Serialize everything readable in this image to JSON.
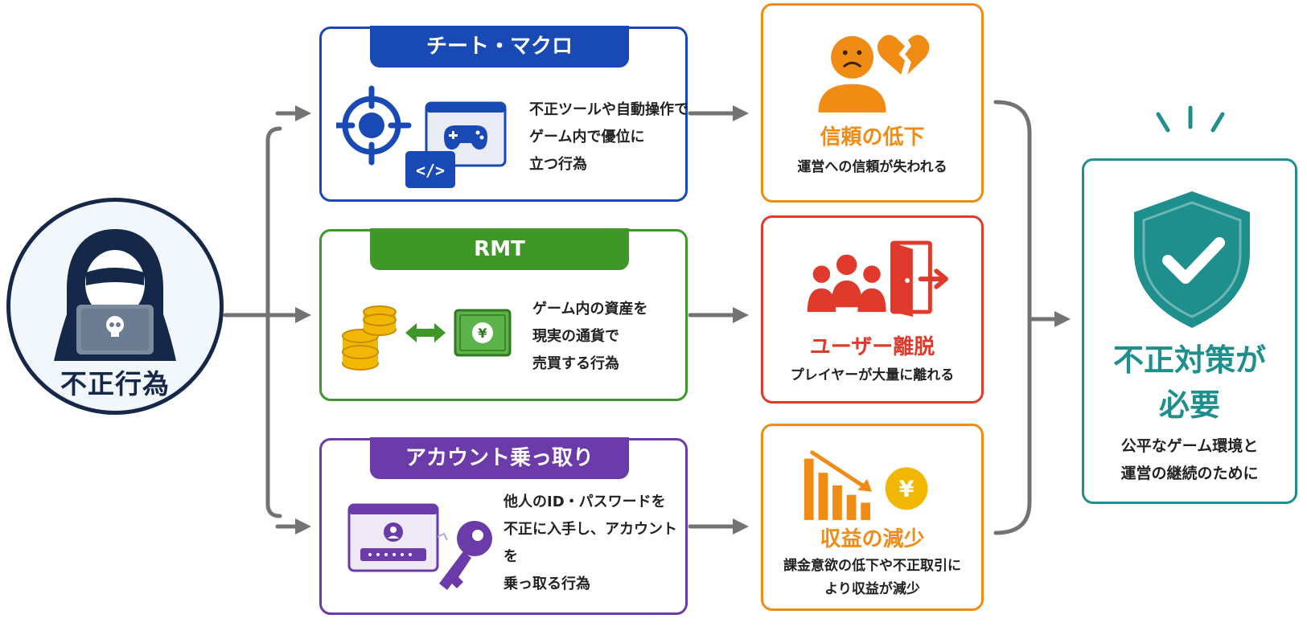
{
  "origin": {
    "label": "不正行為",
    "icon": "hooded-hacker-icon"
  },
  "categories": [
    {
      "title": "チート・マクロ",
      "color": "#1849b5",
      "desc": [
        "不正ツールや自動操作で",
        "ゲーム内で優位に",
        "立つ行為"
      ],
      "icon": "crosshair-gamepad-icon"
    },
    {
      "title": "RMT",
      "color": "#3f9727",
      "desc": [
        "ゲーム内の資産を",
        "現実の通貨で",
        "売買する行為"
      ],
      "icon": "coins-exchange-banknote-icon"
    },
    {
      "title": "アカウント乗っ取り",
      "color": "#6b3ba9",
      "desc": [
        "他人のID・パスワードを",
        "不正に入手し、アカウントを",
        "乗っ取る行為"
      ],
      "icon": "login-key-icon"
    }
  ],
  "effects": [
    {
      "title": "信頼の低下",
      "color": "#f08c13",
      "desc": [
        "運営への信頼が失われる"
      ],
      "icon": "sad-user-broken-heart-icon"
    },
    {
      "title": "ユーザー離脱",
      "color": "#e03a2c",
      "desc": [
        "プレイヤーが大量に離れる"
      ],
      "icon": "users-exit-door-icon"
    },
    {
      "title": "収益の減少",
      "color": "#f08c13",
      "desc": [
        "課金意欲の低下や不正取引に",
        "より収益が減少"
      ],
      "icon": "declining-chart-yen-icon"
    }
  ],
  "result": {
    "title": [
      "不正対策が",
      "必要"
    ],
    "desc": [
      "公平なゲーム環境と",
      "運営の継続のために"
    ],
    "color": "#1e8f8c",
    "icon": "shield-check-icon"
  },
  "connector_color": "#737373"
}
